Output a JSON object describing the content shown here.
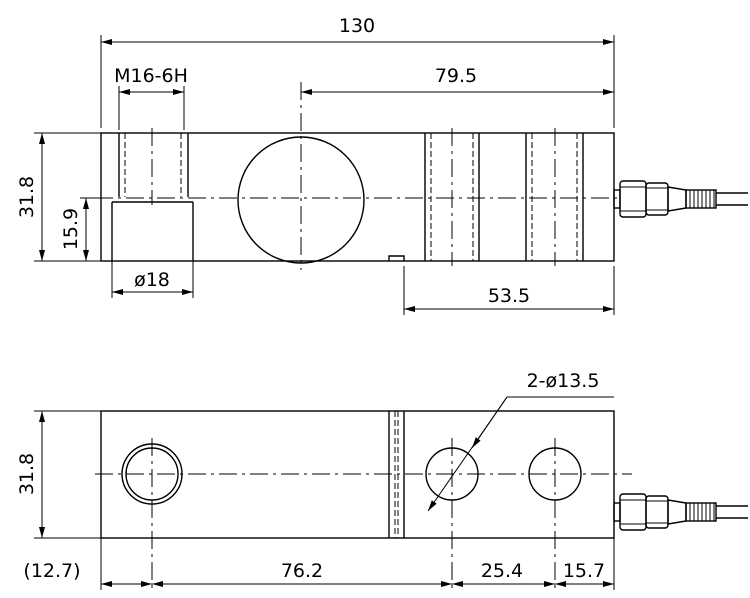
{
  "drawing": {
    "top_view": {
      "dim_overall_length": "130",
      "dim_thread": "M16-6H",
      "dim_center_to_end": "79.5",
      "dim_height": "31.8",
      "dim_half_height": "15.9",
      "dim_counterbore": "ø18",
      "dim_holes_to_end": "53.5"
    },
    "bottom_view": {
      "dim_holes_callout": "2-ø13.5",
      "dim_height": "31.8",
      "dim_offset": "(12.7)",
      "dim_span_1": "76.2",
      "dim_span_2": "25.4",
      "dim_span_3": "15.7"
    }
  }
}
